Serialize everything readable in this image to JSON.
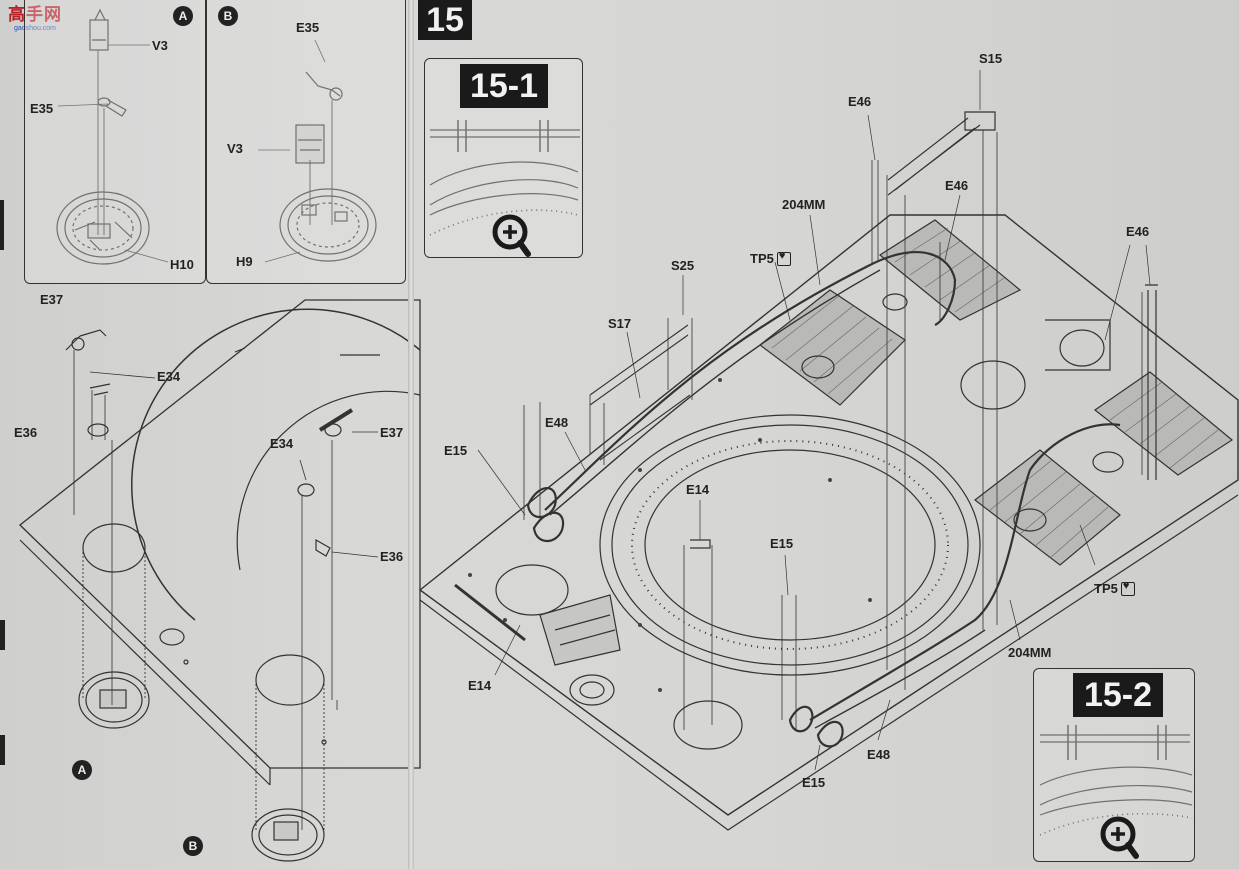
{
  "logo": {
    "main": "高手网",
    "sub": "gaoshou.com"
  },
  "left_panels": {
    "a_badge": "A",
    "b_badge": "B",
    "a_labels": {
      "v3": "V3",
      "e35": "E35",
      "h10": "H10"
    },
    "b_labels": {
      "e35": "E35",
      "v3": "V3",
      "h9": "H9"
    }
  },
  "left_hull": {
    "labels": {
      "e37_left": "E37",
      "e34_left": "E34",
      "e36_left": "E36",
      "e34_right": "E34",
      "e37_right": "E37",
      "e36_right": "E36"
    },
    "a_badge": "A",
    "b_badge": "B"
  },
  "step": {
    "number": "15",
    "sub1": "15-1",
    "sub2": "15-2",
    "labels": {
      "s15": "S15",
      "e46_top": "E46",
      "e46_mid": "E46",
      "e46_right": "E46",
      "mm204_top": "204MM",
      "tp5_top": "TP5",
      "s25": "S25",
      "s17": "S17",
      "e48_left": "E48",
      "e15_left": "E15",
      "e14_center": "E14",
      "e15_center": "E15",
      "e14_left": "E14",
      "e48_bottom": "E48",
      "e15_bottom": "E15",
      "tp5_right": "TP5",
      "mm204_right": "204MM"
    }
  },
  "icons": {
    "zoom1": "zoom-in-icon",
    "zoom2": "zoom-in-icon",
    "tp_icon": "heart-icon"
  }
}
